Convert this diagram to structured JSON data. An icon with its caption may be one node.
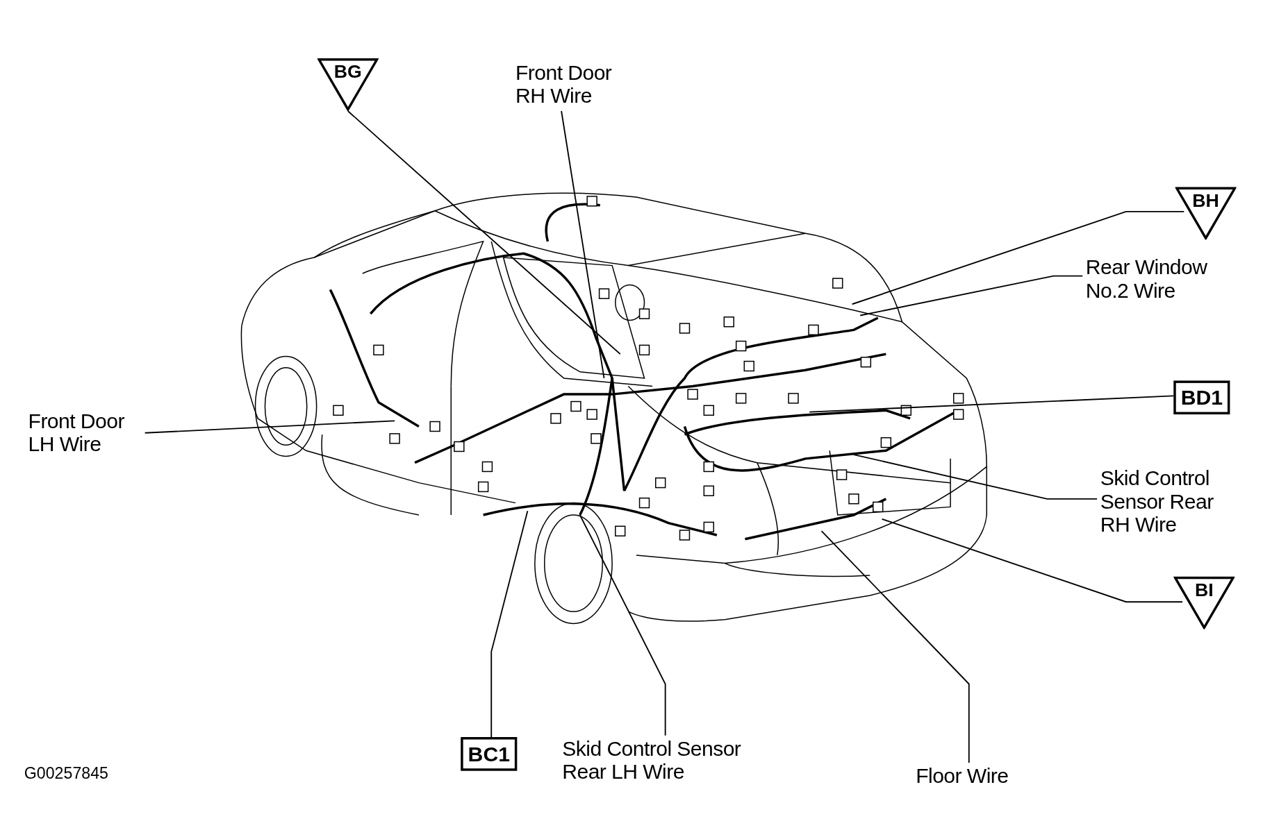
{
  "diagram": {
    "nodes": [
      {
        "text": [
          "BG"
        ]
      },
      {
        "text": [
          "Front Door RH Wire"
        ]
      },
      {
        "text": [
          "BH"
        ]
      },
      {
        "text": [
          "Rear Window No.2 Wire"
        ]
      },
      {
        "text": [
          "BD1"
        ]
      },
      {
        "text": [
          "Front Door LH Wire"
        ]
      },
      {
        "text": [
          "Skid Control Sensor Rear RH Wire"
        ]
      },
      {
        "text": [
          "BI"
        ]
      },
      {
        "text": [
          "BC1"
        ]
      },
      {
        "text": [
          "Skid Control Sensor Rear LH Wire"
        ]
      },
      {
        "text": [
          "Floor Wire"
        ]
      }
    ],
    "edges": [
      {
        "from": 0,
        "to": null,
        "arrow": "none"
      },
      {
        "from": 1,
        "to": null,
        "arrow": "none"
      },
      {
        "from": 2,
        "to": null,
        "arrow": "none"
      },
      {
        "from": 3,
        "to": null,
        "arrow": "none"
      },
      {
        "from": 4,
        "to": null,
        "arrow": "none"
      },
      {
        "from": 5,
        "to": null,
        "arrow": "none"
      },
      {
        "from": 6,
        "to": null,
        "arrow": "none"
      },
      {
        "from": 7,
        "to": null,
        "arrow": "none"
      },
      {
        "from": 8,
        "to": null,
        "arrow": "none"
      },
      {
        "from": 9,
        "to": null,
        "arrow": "none"
      },
      {
        "from": 10,
        "to": null,
        "arrow": "none"
      }
    ],
    "labels": [
      "G00257845"
    ]
  }
}
